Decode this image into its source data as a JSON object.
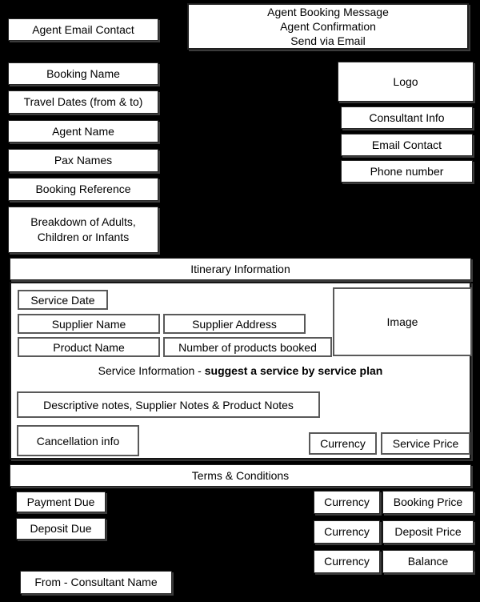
{
  "colors": {
    "background": "#000000",
    "box_fill": "#ffffff",
    "text": "#000000",
    "inner_border": "#595959"
  },
  "top": {
    "agent_email_contact": "Agent Email Contact",
    "message_line1": "Agent Booking Message",
    "message_line2": "Agent Confirmation",
    "message_line3": "Send via Email"
  },
  "left_column": {
    "booking_name": "Booking Name",
    "travel_dates": "Travel Dates (from & to)",
    "agent_name": "Agent Name",
    "pax_names": "Pax Names",
    "booking_reference": "Booking Reference",
    "breakdown": "Breakdown of Adults, Children or Infants"
  },
  "right_column": {
    "logo": "Logo",
    "consultant_info": "Consultant Info",
    "email_contact": "Email Contact",
    "phone_number": "Phone number"
  },
  "itinerary": {
    "header": "Itinerary Information",
    "service_date": "Service Date",
    "supplier_name": "Supplier Name",
    "supplier_address": "Supplier Address",
    "product_name": "Product Name",
    "number_of_products": "Number of products booked",
    "image": "Image",
    "service_info_prefix": "Service Information - ",
    "service_info_emphasis": "suggest a service by service plan",
    "notes": "Descriptive notes, Supplier Notes & Product Notes",
    "cancellation": "Cancellation info",
    "currency": "Currency",
    "service_price": "Service Price"
  },
  "footer": {
    "terms_header": "Terms & Conditions",
    "payment_due": "Payment Due",
    "deposit_due": "Deposit Due",
    "price_rows": [
      {
        "currency": "Currency",
        "price": "Booking Price"
      },
      {
        "currency": "Currency",
        "price": "Deposit Price"
      },
      {
        "currency": "Currency",
        "price": "Balance"
      }
    ],
    "from_consultant": "From - Consultant Name"
  }
}
